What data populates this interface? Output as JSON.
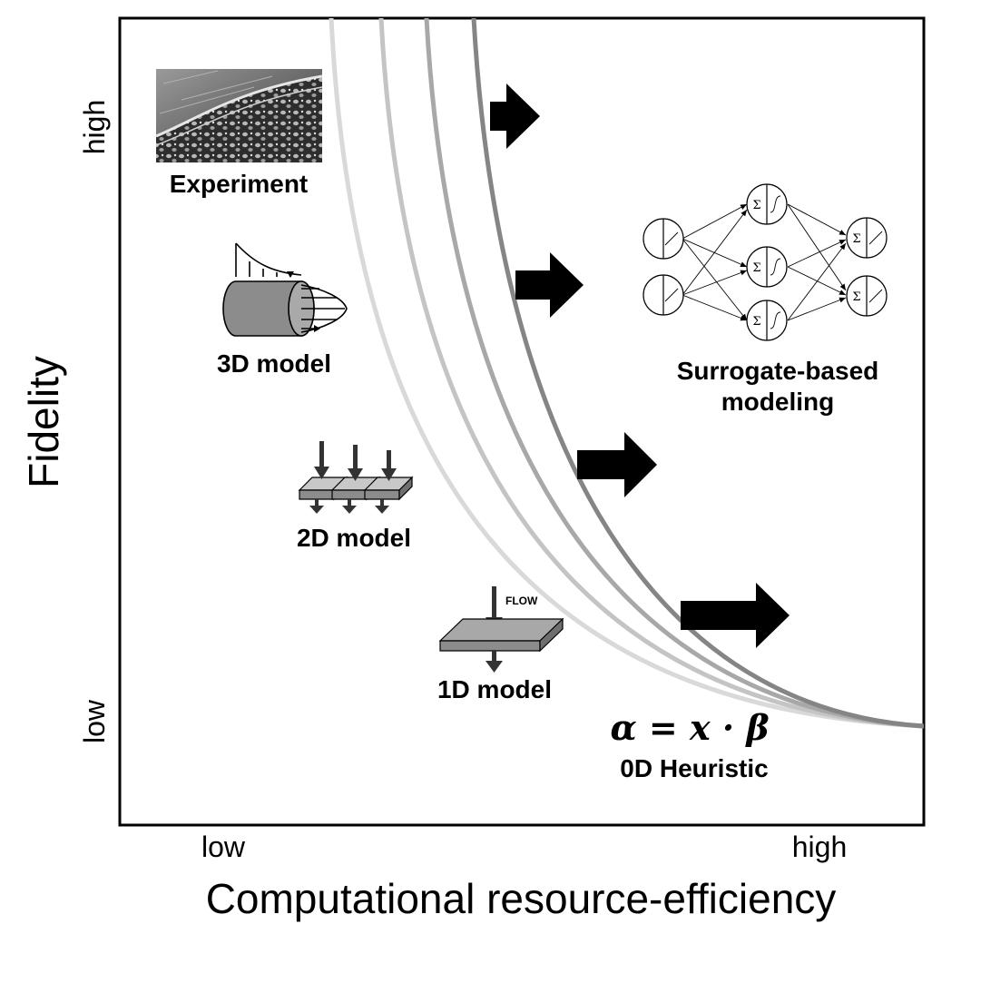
{
  "axes": {
    "x_title": "Computational resource-efficiency",
    "y_title": "Fidelity",
    "x_low": "low",
    "x_high": "high",
    "y_low": "low",
    "y_high": "high"
  },
  "labels": {
    "experiment": "Experiment",
    "model_3d": "3D model",
    "model_2d": "2D model",
    "model_1d": "1D model",
    "flow": "FLOW",
    "surrogate_line1": "Surrogate-based",
    "surrogate_line2": "modeling",
    "heuristic": "0D Heuristic",
    "formula": "α = x · β",
    "sigma": "Σ"
  },
  "colors": {
    "frame": "#000000",
    "arrow": "#000000",
    "curve_light": "#d9d9d9",
    "curve_mid1": "#c4c4c4",
    "curve_mid2": "#a8a8a8",
    "curve_dark": "#858585",
    "model_fill": "#8c8c8c"
  },
  "icons": [
    "sem-micrograph-image",
    "cylinder-flow-profile-icon",
    "plate-array-icon",
    "single-plate-icon",
    "neural-network-icon",
    "right-arrow-icon"
  ]
}
